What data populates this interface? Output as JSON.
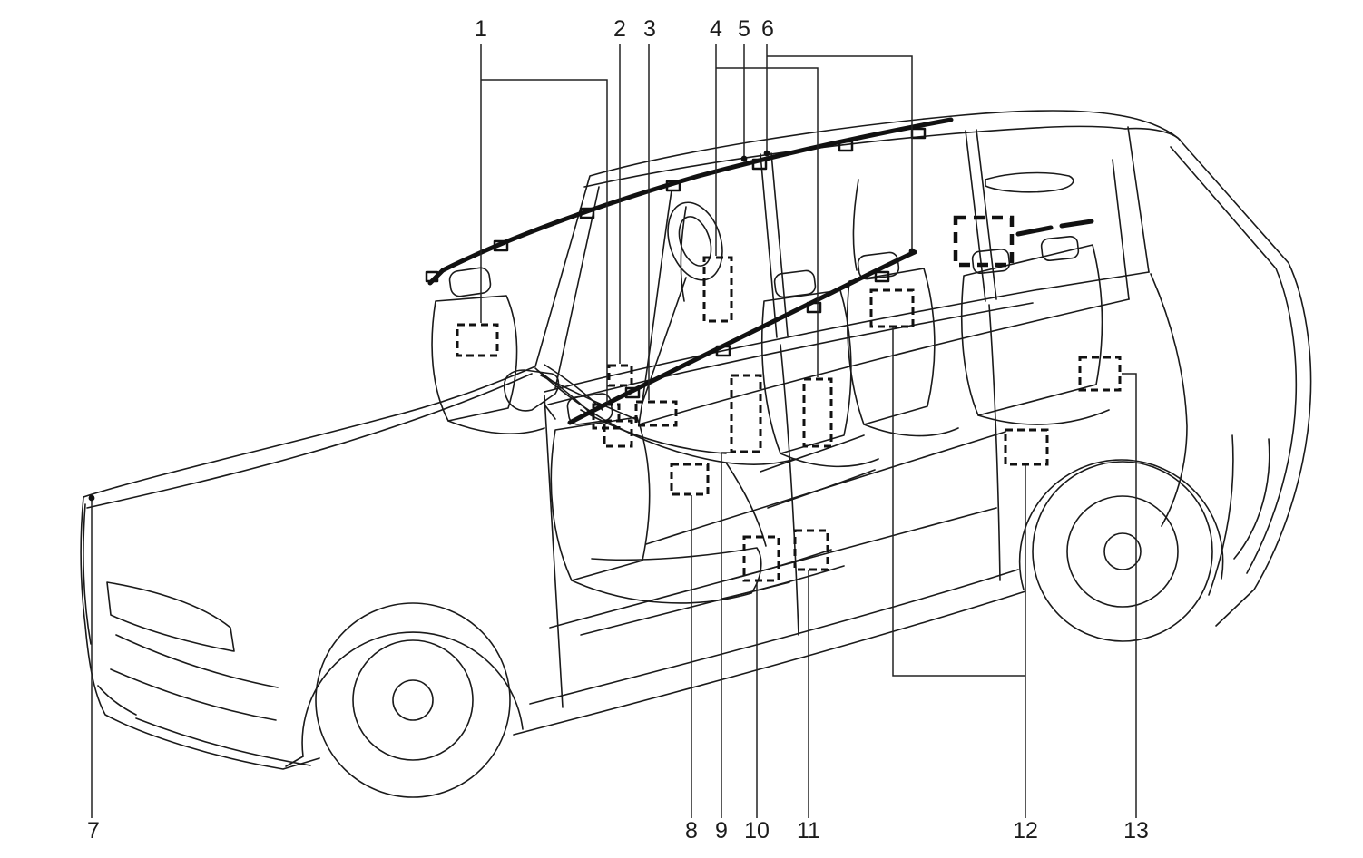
{
  "figure": {
    "type": "technical line illustration",
    "subject": "SUV cutaway three-quarter view with dashed boxes marking component locations"
  },
  "colors": {
    "line": "#1a1a1a",
    "background": "#ffffff"
  },
  "callouts": [
    {
      "label": "1"
    },
    {
      "label": "2"
    },
    {
      "label": "3"
    },
    {
      "label": "4"
    },
    {
      "label": "5"
    },
    {
      "label": "6"
    },
    {
      "label": "7"
    },
    {
      "label": "8"
    },
    {
      "label": "9"
    },
    {
      "label": "10"
    },
    {
      "label": "11"
    },
    {
      "label": "12"
    },
    {
      "label": "13"
    }
  ]
}
